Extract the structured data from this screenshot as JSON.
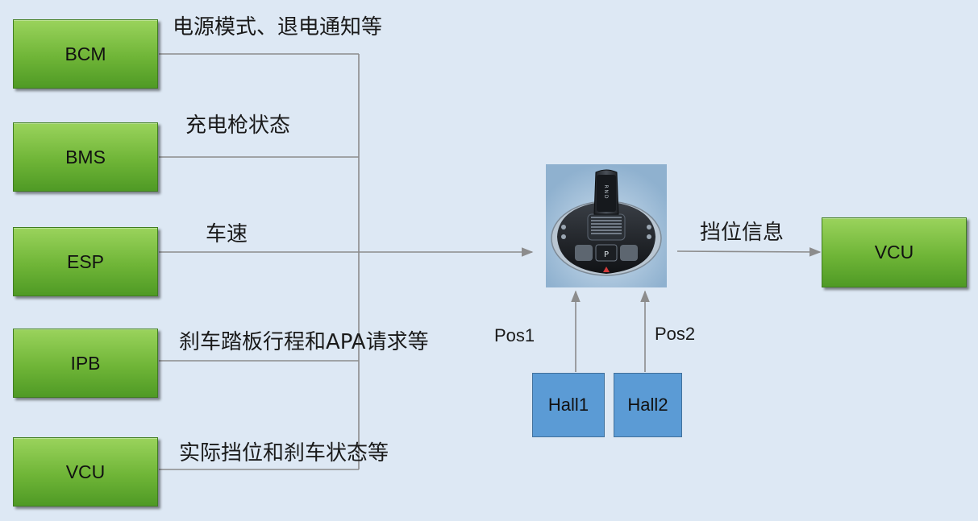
{
  "modules": [
    {
      "name": "BCM",
      "signal": "电源模式、退电通知等"
    },
    {
      "name": "BMS",
      "signal": "充电枪状态"
    },
    {
      "name": "ESP",
      "signal": "车速"
    },
    {
      "name": "IPB",
      "signal": "刹车踏板行程和APA请求等"
    },
    {
      "name": "VCU",
      "signal": "实际挡位和刹车状态等"
    }
  ],
  "output": {
    "target": "VCU",
    "signal": "挡位信息"
  },
  "sensors": [
    {
      "name": "Hall1",
      "signal": "Pos1"
    },
    {
      "name": "Hall2",
      "signal": "Pos2"
    }
  ],
  "shifter_glyphs": {
    "top": "R N D",
    "park": "P"
  },
  "colors": {
    "module_fill": "#6fb537",
    "sensor_fill": "#5b9bd5",
    "line": "#8c8c8c",
    "background": "#dde8f4"
  }
}
